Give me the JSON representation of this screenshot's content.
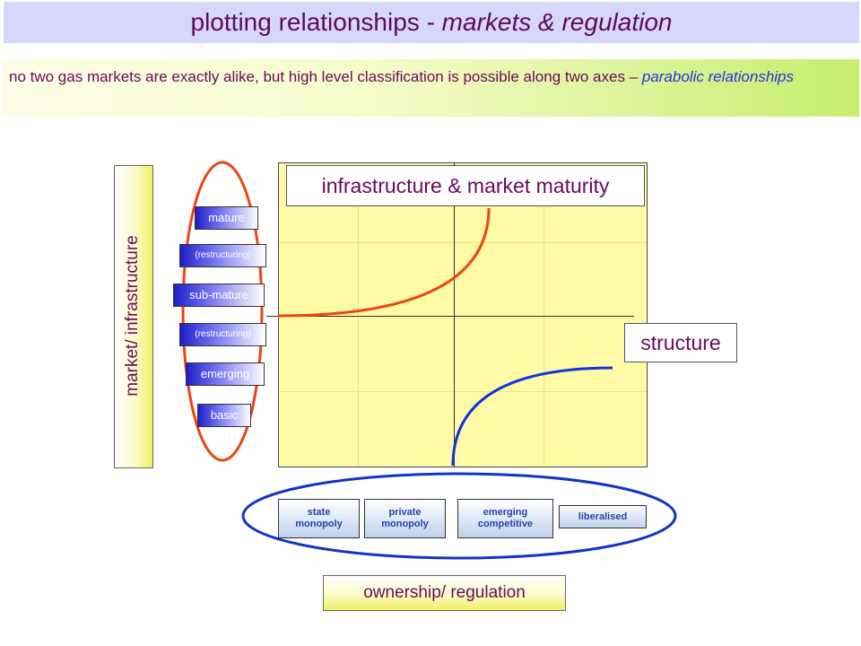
{
  "title": {
    "main": "plotting relationships - ",
    "emph": "markets & regulation"
  },
  "subtitle": {
    "text": "no two gas markets are exactly alike, but high level classification is possible along two axes – ",
    "emph": "parabolic relationships"
  },
  "y_axis_label": "market/ infrastructure",
  "x_axis_label": "ownership/ regulation",
  "curve_labels": {
    "maturity": "infrastructure & market maturity",
    "structure": "structure"
  },
  "market_stages": [
    "mature",
    "(restructuring)",
    "sub-mature",
    "(restructuring)",
    "emerging",
    "basic"
  ],
  "regulation_stages": [
    "state monopoly",
    "private monopoly",
    "emerging competitive",
    "liberalised"
  ],
  "colors": {
    "maturity_curve": "#ee4411",
    "structure_curve": "#1133dd",
    "ellipse_red": "#ee4411",
    "ellipse_blue": "#1133cc",
    "chart_bg": "#fefaa6",
    "title_text": "#5e0a5e"
  }
}
